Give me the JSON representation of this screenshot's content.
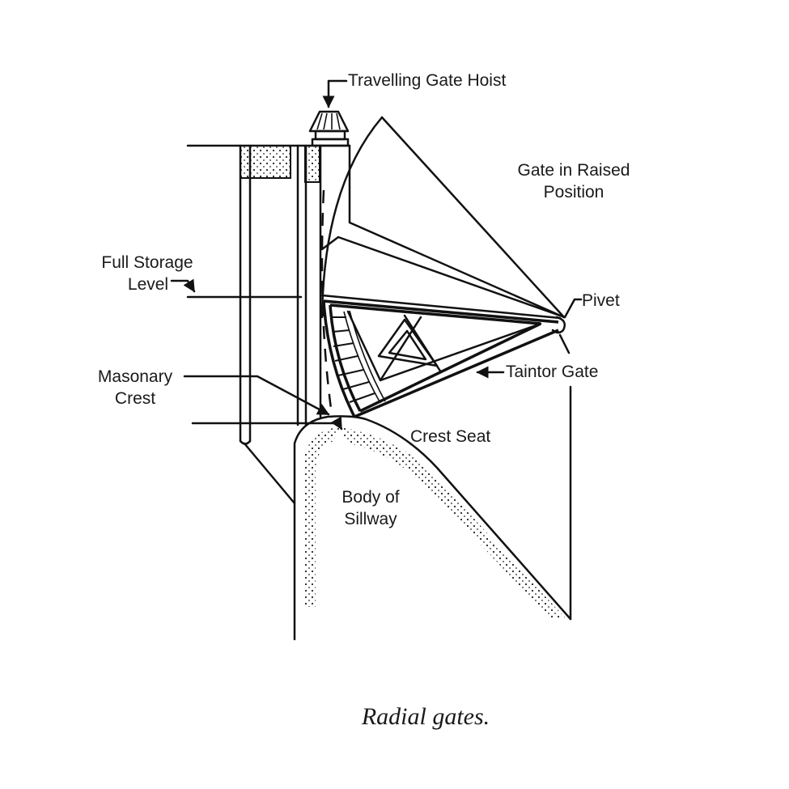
{
  "labels": {
    "travelling_gate_hoist": "Travelling Gate Hoist",
    "gate_raised_line1": "Gate in Raised",
    "gate_raised_line2": "Position",
    "full_storage_line1": "Full Storage",
    "full_storage_line2": "Level",
    "pivet": "Pivet",
    "masonary_line1": "Masonary",
    "masonary_line2": "Crest",
    "taintor_gate": "Taintor Gate",
    "crest_seat": "Crest Seat",
    "body_line1": "Body of",
    "body_line2": "Sillway"
  },
  "caption": "Radial gates.",
  "colors": {
    "ink": "#111111",
    "background": "#ffffff"
  }
}
